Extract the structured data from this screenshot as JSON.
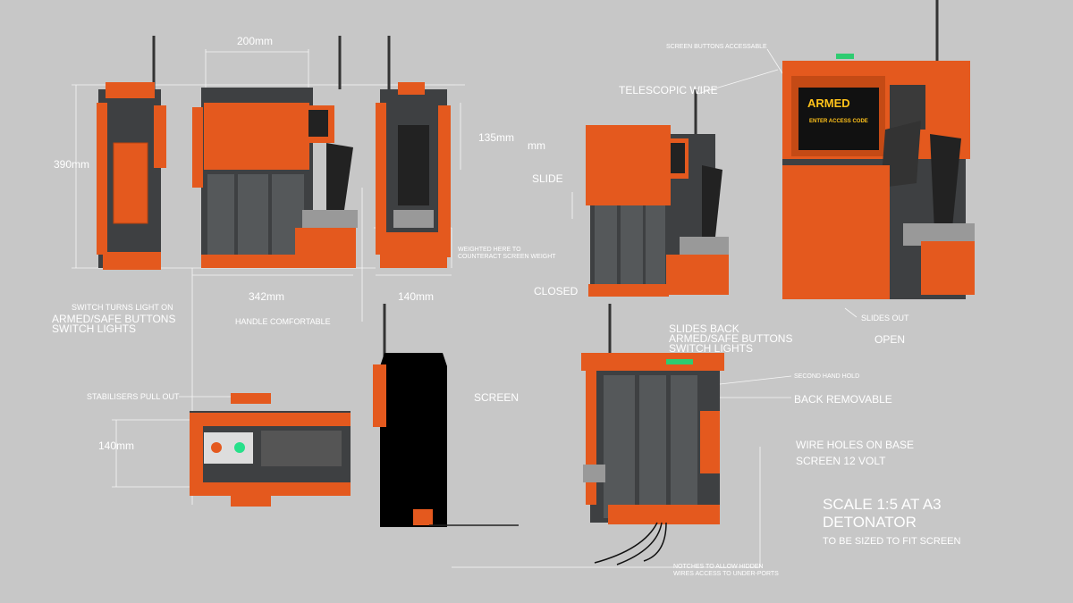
{
  "sheet": {
    "title": "DETONATOR",
    "scale_note": "SCALE 1:5 AT A3",
    "sizing_note": "TO BE SIZED TO FIT SCREEN"
  },
  "dimensions": {
    "width_top": "200mm",
    "height": "390mm",
    "depth_side": "135mm",
    "depth_side_partial": "mm",
    "length_bottom": "342mm",
    "side_width": "140mm",
    "top_view_width": "140mm"
  },
  "annotations": {
    "switch_light": "SWITCH TURNS LIGHT ON",
    "armed_safe_1": "ARMED/SAFE BUTTONS",
    "switch_lights_1": "SWITCH LIGHTS",
    "handle": "HANDLE COMFORTABLE",
    "weighted_1": "WEIGHTED HERE TO",
    "weighted_2": "COUNTERACT SCREEN WEIGHT",
    "stabilisers": "STABILISERS PULL OUT",
    "screen": "SCREEN",
    "telescopic_wire": "TELESCOPIC WIRE",
    "screen_buttons": "SCREEN BUTTONS ACCESSABLE",
    "slide": "SLIDE",
    "closed": "CLOSED",
    "slides_out": "SLIDES OUT",
    "open": "OPEN",
    "slides_back": "SLIDES BACK",
    "armed_safe_2": "ARMED/SAFE BUTTONS",
    "switch_lights_2": "SWITCH LIGHTS",
    "second_hand_hold": "SECOND HAND HOLD",
    "back_removable": "BACK REMOVABLE",
    "wire_holes": "WIRE HOLES ON BASE",
    "screen_volt": "SCREEN 12 VOLT",
    "notches_1": "NOTCHES TO ALLOW HIDDEN",
    "notches_2": "WIRES ACCESS TO UNDER-PORTS"
  },
  "device_screen": {
    "status": "ARMED",
    "prompt": "ENTER ACCESS CODE"
  },
  "colors": {
    "background": "#c7c7c7",
    "orange": "#e4591e",
    "body": "#3e4042",
    "screen_text": "#ffc21a"
  }
}
